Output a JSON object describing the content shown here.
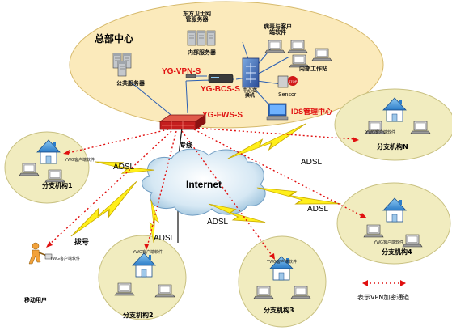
{
  "hq": {
    "title": "总部中心",
    "eastern_satellite_server": "东方卫士网\n管服务器",
    "internal_server": "内部服务器",
    "antivirus_software": "病毒与客户\n端软件",
    "internal_workstation": "内部工作站",
    "public_server": "公共服务器",
    "core_switch": "中心交\n换机",
    "sensor": "Sensor",
    "ids_center": "IDS管理中心",
    "vpn_device": "YG-VPN-S",
    "bcs_device": "YG-BCS-S",
    "fws_device": "YG-FWS-S"
  },
  "network": {
    "internet": "Internet",
    "dedicated_line": "专线",
    "adsl": "ADSL",
    "dialup": "拨号"
  },
  "branches": {
    "branch1": "分支机构1",
    "branch2": "分支机构2",
    "branch3": "分支机构3",
    "branchN": "分支机构N",
    "branch4": "分支机构4",
    "mobile_user": "移动用户",
    "vpn_client_tag": "YWG客户端软件"
  },
  "legend": {
    "label": "表示VPN加密通道"
  },
  "colors": {
    "hq_area": "#fbeabb",
    "branch_area": "#f1ecbf",
    "cloud": "#cfe4f2",
    "vpn_channel": "#e01010",
    "adsl_bolt": "#ffef1a",
    "device_label": "#e01010"
  }
}
